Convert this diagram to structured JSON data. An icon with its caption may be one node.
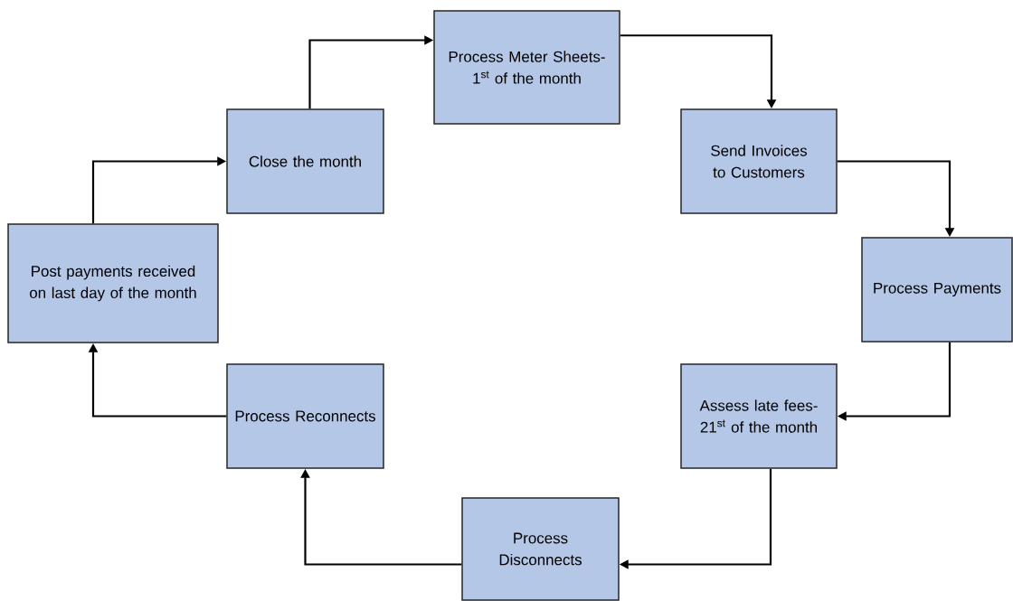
{
  "diagram": {
    "nodes": [
      {
        "text": [
          "Process Meter Sheets- 1$^{st}$ of the month"
        ]
      },
      {
        "text": [
          "Send Invoices to Customers"
        ]
      },
      {
        "text": [
          "Process Payments"
        ]
      },
      {
        "text": [
          "Assess late fees- 21$^{st}$ of the month"
        ]
      },
      {
        "text": [
          "Process Disconnects"
        ]
      },
      {
        "text": [
          "Process Reconnects"
        ]
      },
      {
        "text": [
          "Post payments received on last day of the month"
        ]
      },
      {
        "text": [
          "Close the month"
        ]
      }
    ],
    "edges": [
      {
        "from": 0,
        "to": 1,
        "arrow": "to"
      },
      {
        "from": 1,
        "to": 2,
        "arrow": "to"
      },
      {
        "from": 2,
        "to": 3,
        "arrow": "to"
      },
      {
        "from": 3,
        "to": 4,
        "arrow": "to"
      },
      {
        "from": 4,
        "to": 5,
        "arrow": "to"
      },
      {
        "from": 5,
        "to": 6,
        "arrow": "to"
      },
      {
        "from": 6,
        "to": 7,
        "arrow": "to"
      },
      {
        "from": 7,
        "to": 0,
        "arrow": "to"
      }
    ]
  }
}
